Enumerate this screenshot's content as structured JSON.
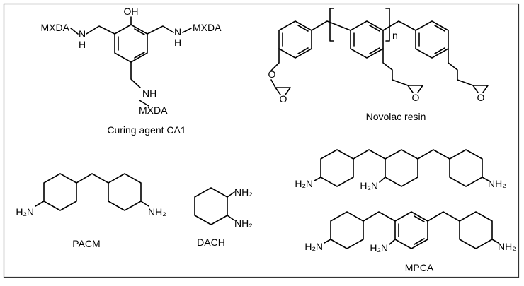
{
  "figure": {
    "structures": {
      "ca1": {
        "caption": "Curing agent CA1",
        "labels": {
          "oh": "OH",
          "mxda_left": "MXDA",
          "nh_left": "N",
          "h_left": "H",
          "nh_right": "N",
          "h_right": "H",
          "mxda_right": "MXDA",
          "nh_bottom": "NH",
          "mxda_bottom": "MXDA"
        }
      },
      "novolac": {
        "caption": "Novolac resin",
        "labels": {
          "o_ether": "O",
          "o_epox1": "O",
          "o_epox2": "O",
          "o_epox3": "O",
          "n_index": "n"
        }
      },
      "pacm": {
        "caption": "PACM",
        "labels": {
          "h2n_left": "H₂N",
          "nh2_right": "NH₂"
        }
      },
      "dach": {
        "caption": "DACH",
        "labels": {
          "nh2_top": "NH₂",
          "nh2_bottom": "NH₂"
        }
      },
      "mpca": {
        "caption": "MPCA",
        "labels": {
          "top_h2n_left": "H₂N",
          "top_h2n_mid": "H₂N",
          "top_nh2_right": "NH₂",
          "bot_h2n_left": "H₂N",
          "bot_h2n_mid": "H₂N",
          "bot_nh2_right": "NH₂"
        }
      }
    }
  }
}
